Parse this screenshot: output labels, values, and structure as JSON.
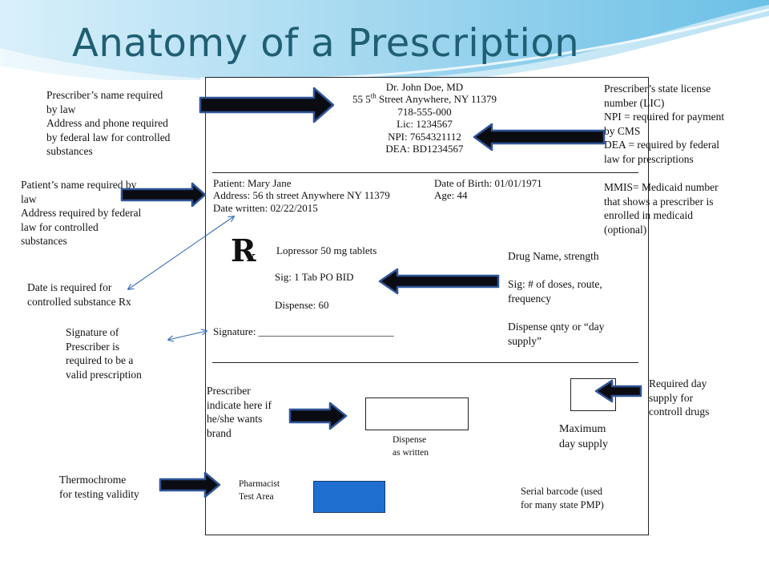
{
  "title": "Anatomy of a Prescription",
  "prescriber": {
    "name": "Dr. John Doe, MD",
    "address_number": "55 5",
    "address_sup": "th",
    "address_rest": " Street Anywhere, NY 11379",
    "phone": "718-555-000",
    "lic": "Lic: 1234567",
    "npi": "NPI: 7654321112",
    "dea": "DEA: BD1234567"
  },
  "patient": {
    "name": "Patient: Mary Jane",
    "address": "Address: 56 th street Anywhere NY 11379",
    "date_written": "Date written:  02/22/2015",
    "dob": "Date of Birth: 01/01/1971",
    "age": "Age: 44"
  },
  "drug": {
    "rx_symbol": "R",
    "rx_sub": "x",
    "name": "Lopressor 50 mg tablets",
    "sig": "Sig:  1 Tab PO BID",
    "dispense": "Dispense: 60"
  },
  "signature_label": "Signature: __________________________",
  "dispense_as_written": [
    "Dispense",
    "as written"
  ],
  "max_day_supply": [
    "Maximum",
    "day supply"
  ],
  "pharmacist_test_area": [
    "Pharmacist",
    "Test Area"
  ],
  "serial_barcode": [
    "Serial barcode (used",
    "for many state PMP)"
  ],
  "notes": {
    "prescriber_name": [
      "Prescriber’s name required",
      "by law",
      "Address and phone required",
      "by federal law for controlled",
      "substances"
    ],
    "license": [
      "Prescriber’s  state license",
      "number (LIC)",
      "NPI = required for payment",
      "by CMS",
      "DEA = required by federal",
      "law for prescriptions"
    ],
    "mmis": [
      "MMIS= Medicaid number",
      "that shows a prescriber is",
      "enrolled  in medicaid",
      "(optional)"
    ],
    "patient_name": [
      "Patient’s name required by",
      "law",
      "Address required by federal",
      "law for controlled",
      "substances"
    ],
    "date": [
      "Date is required for",
      "controlled substance Rx"
    ],
    "drug_name": [
      "Drug Name, strength"
    ],
    "sig": [
      "Sig:  # of doses, route,",
      "frequency"
    ],
    "dispense": [
      "Dispense qnty or “day",
      "supply”"
    ],
    "signature": [
      "Signature of",
      "Prescriber is",
      "required to be a",
      "valid prescription"
    ],
    "brand": [
      "Prescriber",
      "indicate here if",
      "he/she wants",
      "brand"
    ],
    "day_supply": [
      "Required day",
      "supply for",
      "controll drugs"
    ],
    "thermochrome": [
      "Thermochrome",
      "for testing validity"
    ]
  },
  "colors": {
    "title": "#1f5f73",
    "arrow_fill": "#0b0b12",
    "arrow_stroke": "#2f5597",
    "test_area": "#1f6fd1",
    "connector": "#3a6fb8"
  }
}
